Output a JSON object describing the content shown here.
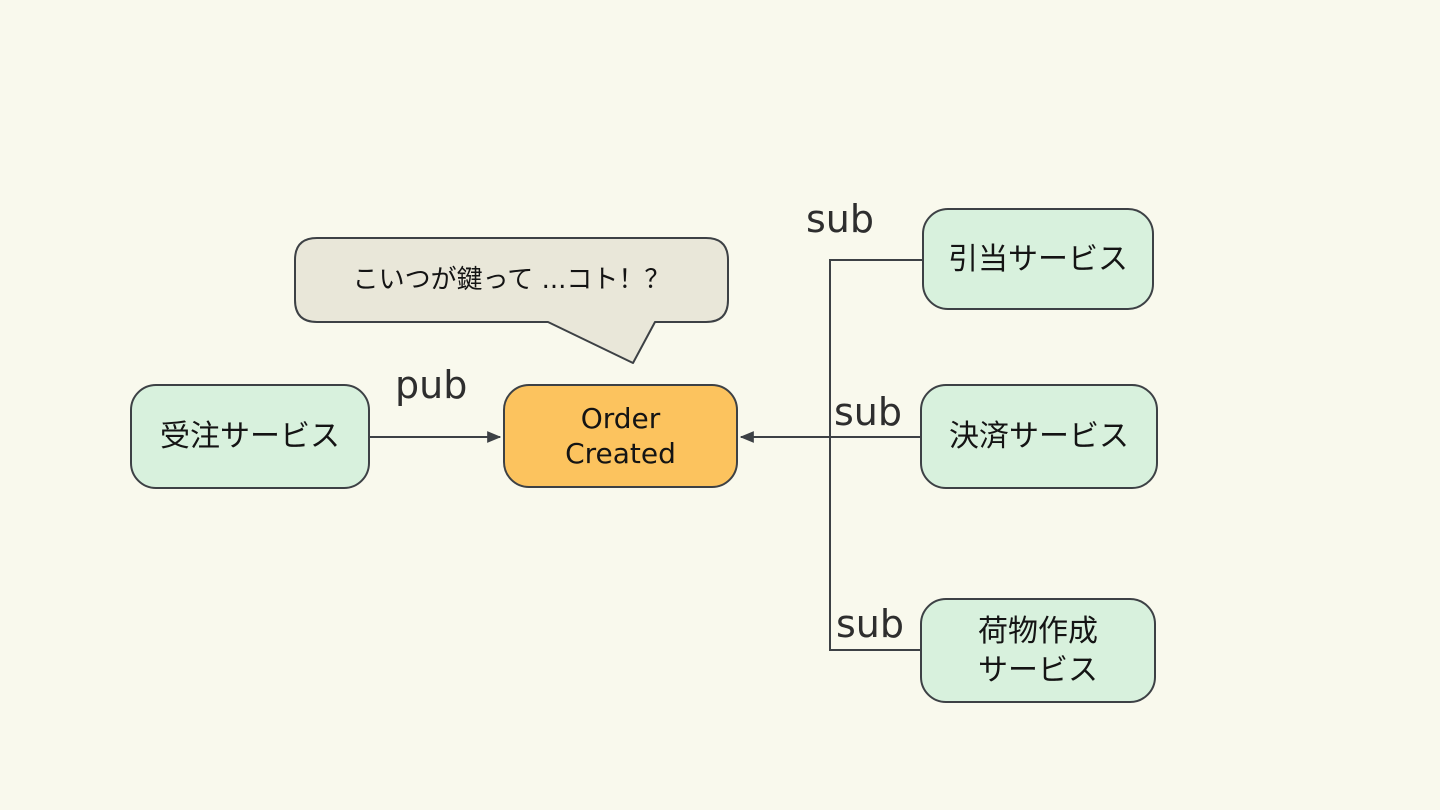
{
  "colors": {
    "background": "#f9f9ed",
    "node_green_fill": "#d8f1dd",
    "node_orange_fill": "#fcc35e",
    "bubble_fill": "#e9e7d9",
    "line": "#3d4145",
    "text": "#141414"
  },
  "bubble": {
    "text": "こいつが鍵って ...コト！？"
  },
  "edge_labels": {
    "pub": "pub",
    "sub_allocation": "sub",
    "sub_payment": "sub",
    "sub_package": "sub"
  },
  "nodes": {
    "order_service": {
      "label": "受注サービス"
    },
    "order_created": {
      "label": "Order\nCreated"
    },
    "allocation_service": {
      "label": "引当サービス"
    },
    "payment_service": {
      "label": "決済サービス"
    },
    "package_service": {
      "label": "荷物作成\nサービス"
    }
  }
}
